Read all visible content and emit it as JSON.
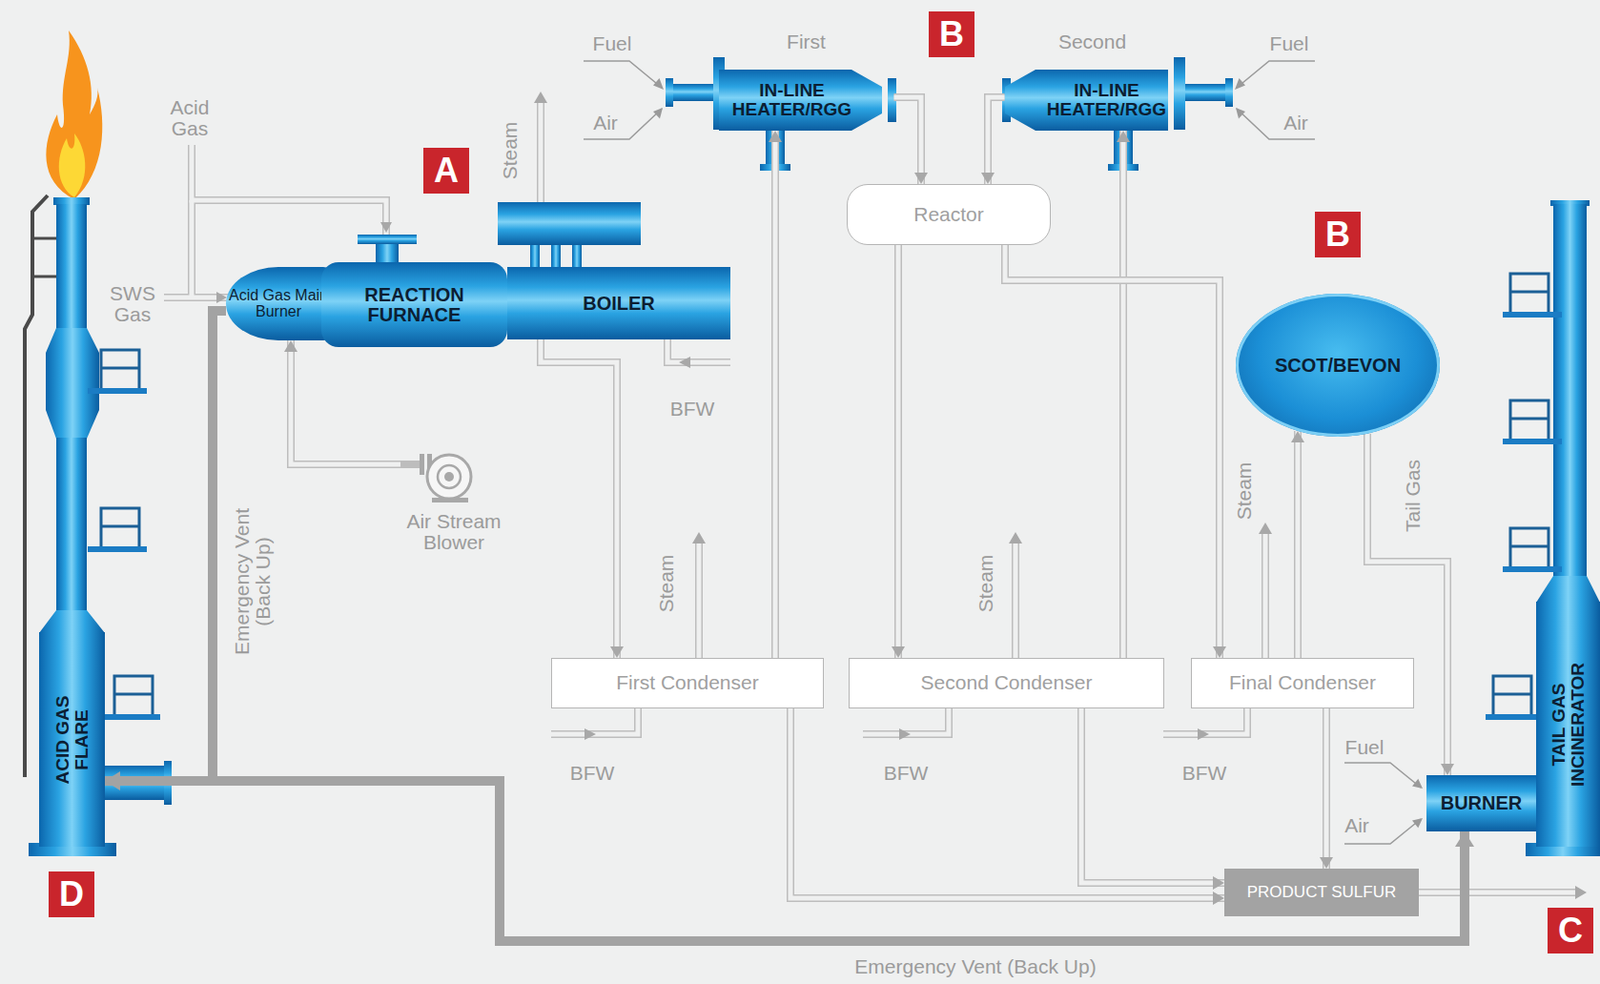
{
  "diagram": {
    "nodes": [
      {
        "text": [
          "Acid Gas Main Burner"
        ]
      },
      {
        "text": [
          "REACTION FURNACE"
        ]
      },
      {
        "text": [
          "BOILER"
        ]
      },
      {
        "text": [
          "First",
          "IN-LINE HEATER/RGG"
        ]
      },
      {
        "text": [
          "Second",
          "IN-LINE HEATER/RGG"
        ]
      },
      {
        "text": [
          "Reactor"
        ]
      },
      {
        "text": [
          "SCOT/BEVON"
        ]
      },
      {
        "text": [
          "First Condenser"
        ]
      },
      {
        "text": [
          "Second Condenser"
        ]
      },
      {
        "text": [
          "Final Condenser"
        ]
      },
      {
        "text": [
          "PRODUCT SULFUR"
        ]
      },
      {
        "text": [
          "BURNER"
        ]
      },
      {
        "text": [
          "TAIL GAS INCINERATOR"
        ]
      },
      {
        "text": [
          "ACID GAS FLARE"
        ]
      },
      {
        "text": [
          "Air Stream Blower"
        ]
      }
    ],
    "edges": [
      {
        "from": 14,
        "to": 0,
        "arrow": "to"
      },
      {
        "from": 2,
        "to": 7,
        "arrow": "to"
      },
      {
        "from": 7,
        "to": 3,
        "arrow": "to"
      },
      {
        "from": 3,
        "to": 5,
        "arrow": "to"
      },
      {
        "from": 4,
        "to": 5,
        "arrow": "to"
      },
      {
        "from": 5,
        "to": 8,
        "arrow": "to"
      },
      {
        "from": 8,
        "to": 4,
        "arrow": "to"
      },
      {
        "from": 5,
        "to": 9,
        "arrow": "to"
      },
      {
        "from": 9,
        "to": 6,
        "arrow": "to"
      },
      {
        "from": 6,
        "to": 11,
        "arrow": "to"
      },
      {
        "from": 7,
        "to": 10,
        "arrow": "to"
      },
      {
        "from": 8,
        "to": 10,
        "arrow": "to"
      },
      {
        "from": 9,
        "to": 10,
        "arrow": "to"
      },
      {
        "from": 0,
        "to": 13,
        "arrow": "to"
      },
      {
        "from": 0,
        "to": 11,
        "arrow": "to"
      }
    ],
    "labels": [
      "Fuel",
      "Air",
      "Fuel",
      "Air",
      "Acid Gas",
      "SWS Gas",
      "Steam",
      "BFW",
      "Steam",
      "Steam",
      "Steam",
      "BFW",
      "BFW",
      "BFW",
      "Tail Gas",
      "Fuel",
      "Air",
      "Emergency Vent (Back Up)",
      "Emergency Vent (Back Up)",
      "A",
      "B",
      "B",
      "C",
      "D"
    ]
  }
}
